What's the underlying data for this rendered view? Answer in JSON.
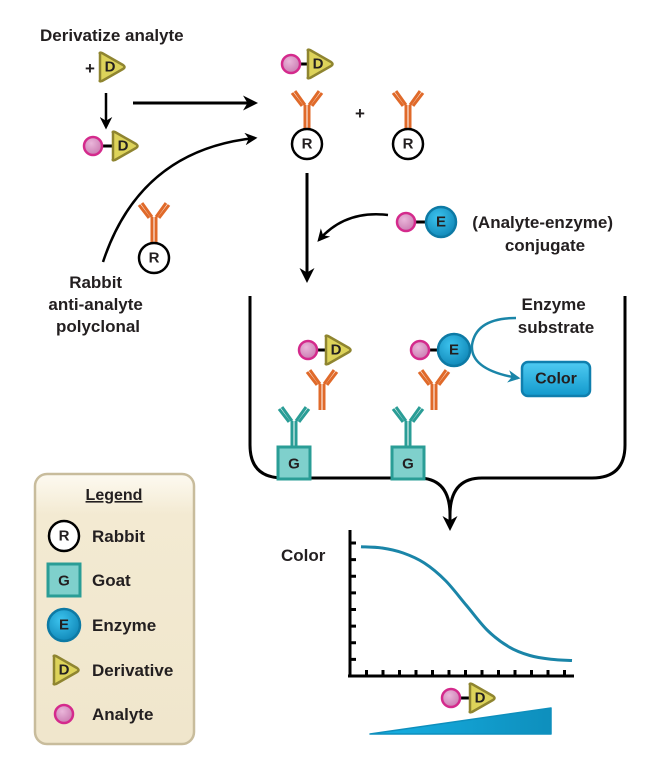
{
  "title": "Derivatize analyte",
  "plus_sign": "+",
  "symbols": {
    "rabbit": "R",
    "goat": "G",
    "enzyme": "E",
    "derivative": "D"
  },
  "labels": {
    "rabbit_antibody": [
      "Rabbit",
      "anti-analyte",
      "polyclonal"
    ],
    "conjugate": [
      "(Analyte-enzyme)",
      "conjugate"
    ],
    "enzyme_substrate": [
      "Enzyme",
      "substrate"
    ],
    "color_box": "Color",
    "plot_ylabel": "Color"
  },
  "legend": {
    "title": "Legend",
    "items": [
      {
        "symbol": "R",
        "label": "Rabbit"
      },
      {
        "symbol": "G",
        "label": "Goat"
      },
      {
        "symbol": "E",
        "label": "Enzyme"
      },
      {
        "symbol": "D",
        "label": "Derivative"
      },
      {
        "symbol": "",
        "label": "Analyte"
      }
    ]
  },
  "colors": {
    "rabbit_antibody": "#e06a2a",
    "goat_antibody": "#2a9d96",
    "goat_fill": "#7fd0cc",
    "enzyme": "#1a9fd0",
    "derivative": "#ddd35a",
    "derivative_stroke": "#8f8530",
    "analyte": "#d98ac0",
    "analyte_stroke": "#d42a8c",
    "curve": "#1a85a8",
    "legend_bg": "#f3ead2",
    "legend_border": "#c8bc9c"
  },
  "chart_data": {
    "type": "line",
    "title": "",
    "xlabel": "Analyte-derivative concentration (increasing)",
    "ylabel": "Color",
    "x_ticks": 12,
    "y_ticks": 8,
    "series": [
      {
        "name": "Color signal",
        "shape": "decreasing sigmoid",
        "x": [
          0,
          0.1,
          0.2,
          0.3,
          0.4,
          0.5,
          0.6,
          0.7,
          0.8,
          0.9,
          1.0
        ],
        "y": [
          0.97,
          0.96,
          0.92,
          0.84,
          0.7,
          0.5,
          0.3,
          0.17,
          0.1,
          0.07,
          0.06
        ]
      }
    ],
    "xlim": [
      0,
      1
    ],
    "ylim": [
      0,
      1
    ],
    "grid": false
  }
}
